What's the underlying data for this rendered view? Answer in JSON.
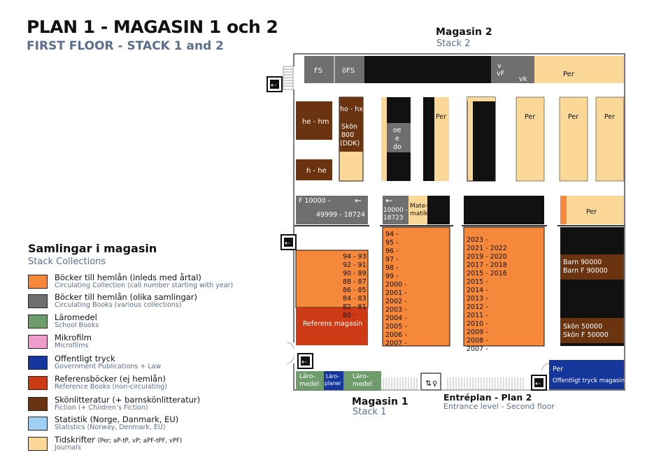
{
  "header": {
    "title": "PLAN 1 - MAGASIN 1 och 2",
    "subtitle": "FIRST FLOOR - STACK 1 and 2"
  },
  "areas": {
    "magasin2": {
      "label": "Magasin 2",
      "sub": "Stack 2"
    },
    "magasin1": {
      "label": "Magasin 1",
      "sub": "Stack 1"
    },
    "entrance": {
      "label": "Entréplan - Plan 2",
      "sub": "Entrance level - Second floor"
    }
  },
  "colors": {
    "orange": "#f5883a",
    "gray": "#6f6f6f",
    "green": "#6e9d6b",
    "pink": "#ee9ccc",
    "blue": "#15379b",
    "red": "#cc3b16",
    "brown": "#6b3410",
    "lightblue": "#9fd0f3",
    "tan": "#fbd898",
    "black": "#111111"
  },
  "legend": {
    "title": "Samlingar i magasin",
    "subtitle": "Stack Collections",
    "items": [
      {
        "key": "orange",
        "label": "Böcker till hemlån (inleds med årtal)",
        "sub": "Circulating Collection (call number starting with year)"
      },
      {
        "key": "gray",
        "label": "Böcker till hemlån (olika samlingar)",
        "sub": "Circulating Books (various collections)"
      },
      {
        "key": "green",
        "label": "Läromedel",
        "sub": "School Books"
      },
      {
        "key": "pink",
        "label": "Mikrofilm",
        "sub": "Microfilms"
      },
      {
        "key": "blue",
        "label": "Offentligt tryck",
        "sub": "Government Publications + Law"
      },
      {
        "key": "red",
        "label": "Referensböcker (ej hemlån)",
        "sub": "Reference Books (non-circulating)"
      },
      {
        "key": "brown",
        "label": "Skönlitteratur (+ barnskönlitteratur)",
        "sub": "Fiction (+ Children’s Fiction)"
      },
      {
        "key": "lightblue",
        "label": "Statistik (Norge, Danmark, EU)",
        "sub": "Statistics (Norway, Denmark, EU)"
      },
      {
        "key": "tan",
        "label": "Tidskrifter",
        "label_small": "(Per;  aP-tP, vP;  aPF-tPF, vPF)",
        "sub": "Journals"
      }
    ]
  },
  "shelves": {
    "fs": "FS",
    "ofs": "öFS",
    "v": "v",
    "vf": "vF",
    "vk": "vk",
    "per": "Per",
    "he_hm": "he - hm",
    "h_he": "h - he",
    "ho_hx": "ho - hx",
    "skon_ddk": [
      "Skön",
      "800",
      "(DDK)"
    ],
    "oe_e_do": [
      "oe",
      "e",
      "do"
    ],
    "f10000": "F 10000 -",
    "f49999": "49999 - 18724",
    "r10000": [
      "10000 -",
      "18723"
    ],
    "matematik": [
      "Mate-",
      "matik"
    ],
    "col1": [
      "94 - 93",
      "92 - 91",
      "90 - 89",
      "88 - 87",
      "86 - 85",
      "84 - 83",
      "82 - 81",
      "80 -"
    ],
    "col2": [
      "94 -",
      "95 -",
      "96 -",
      "97 -",
      "98 -",
      "99 -",
      "2000 -",
      "2001 -",
      "2002 -",
      "2003 -",
      "2004 -",
      "2005 -",
      "2006 -",
      "2007 -"
    ],
    "col3": [
      "2023 -",
      "2021 - 2022",
      "2019 - 2020",
      "2017 - 2018",
      "2015 - 2016",
      "2015 -",
      "2014 -",
      "2013 -",
      "2012 -",
      "2011 -",
      "2010 -",
      "2009 -",
      "2008 -",
      "2007 -"
    ],
    "referens": "Referens magasin",
    "barn": [
      "Barn 90000",
      "Barn F 90000"
    ],
    "skon50000": [
      "Skön 50000",
      "Skön F 50000"
    ],
    "per_off": [
      "Per",
      "Offentligt tryck magasin"
    ],
    "laromedel": [
      "Läro-",
      "medel"
    ],
    "laroplaner": [
      "Läro-",
      "planer"
    ]
  }
}
